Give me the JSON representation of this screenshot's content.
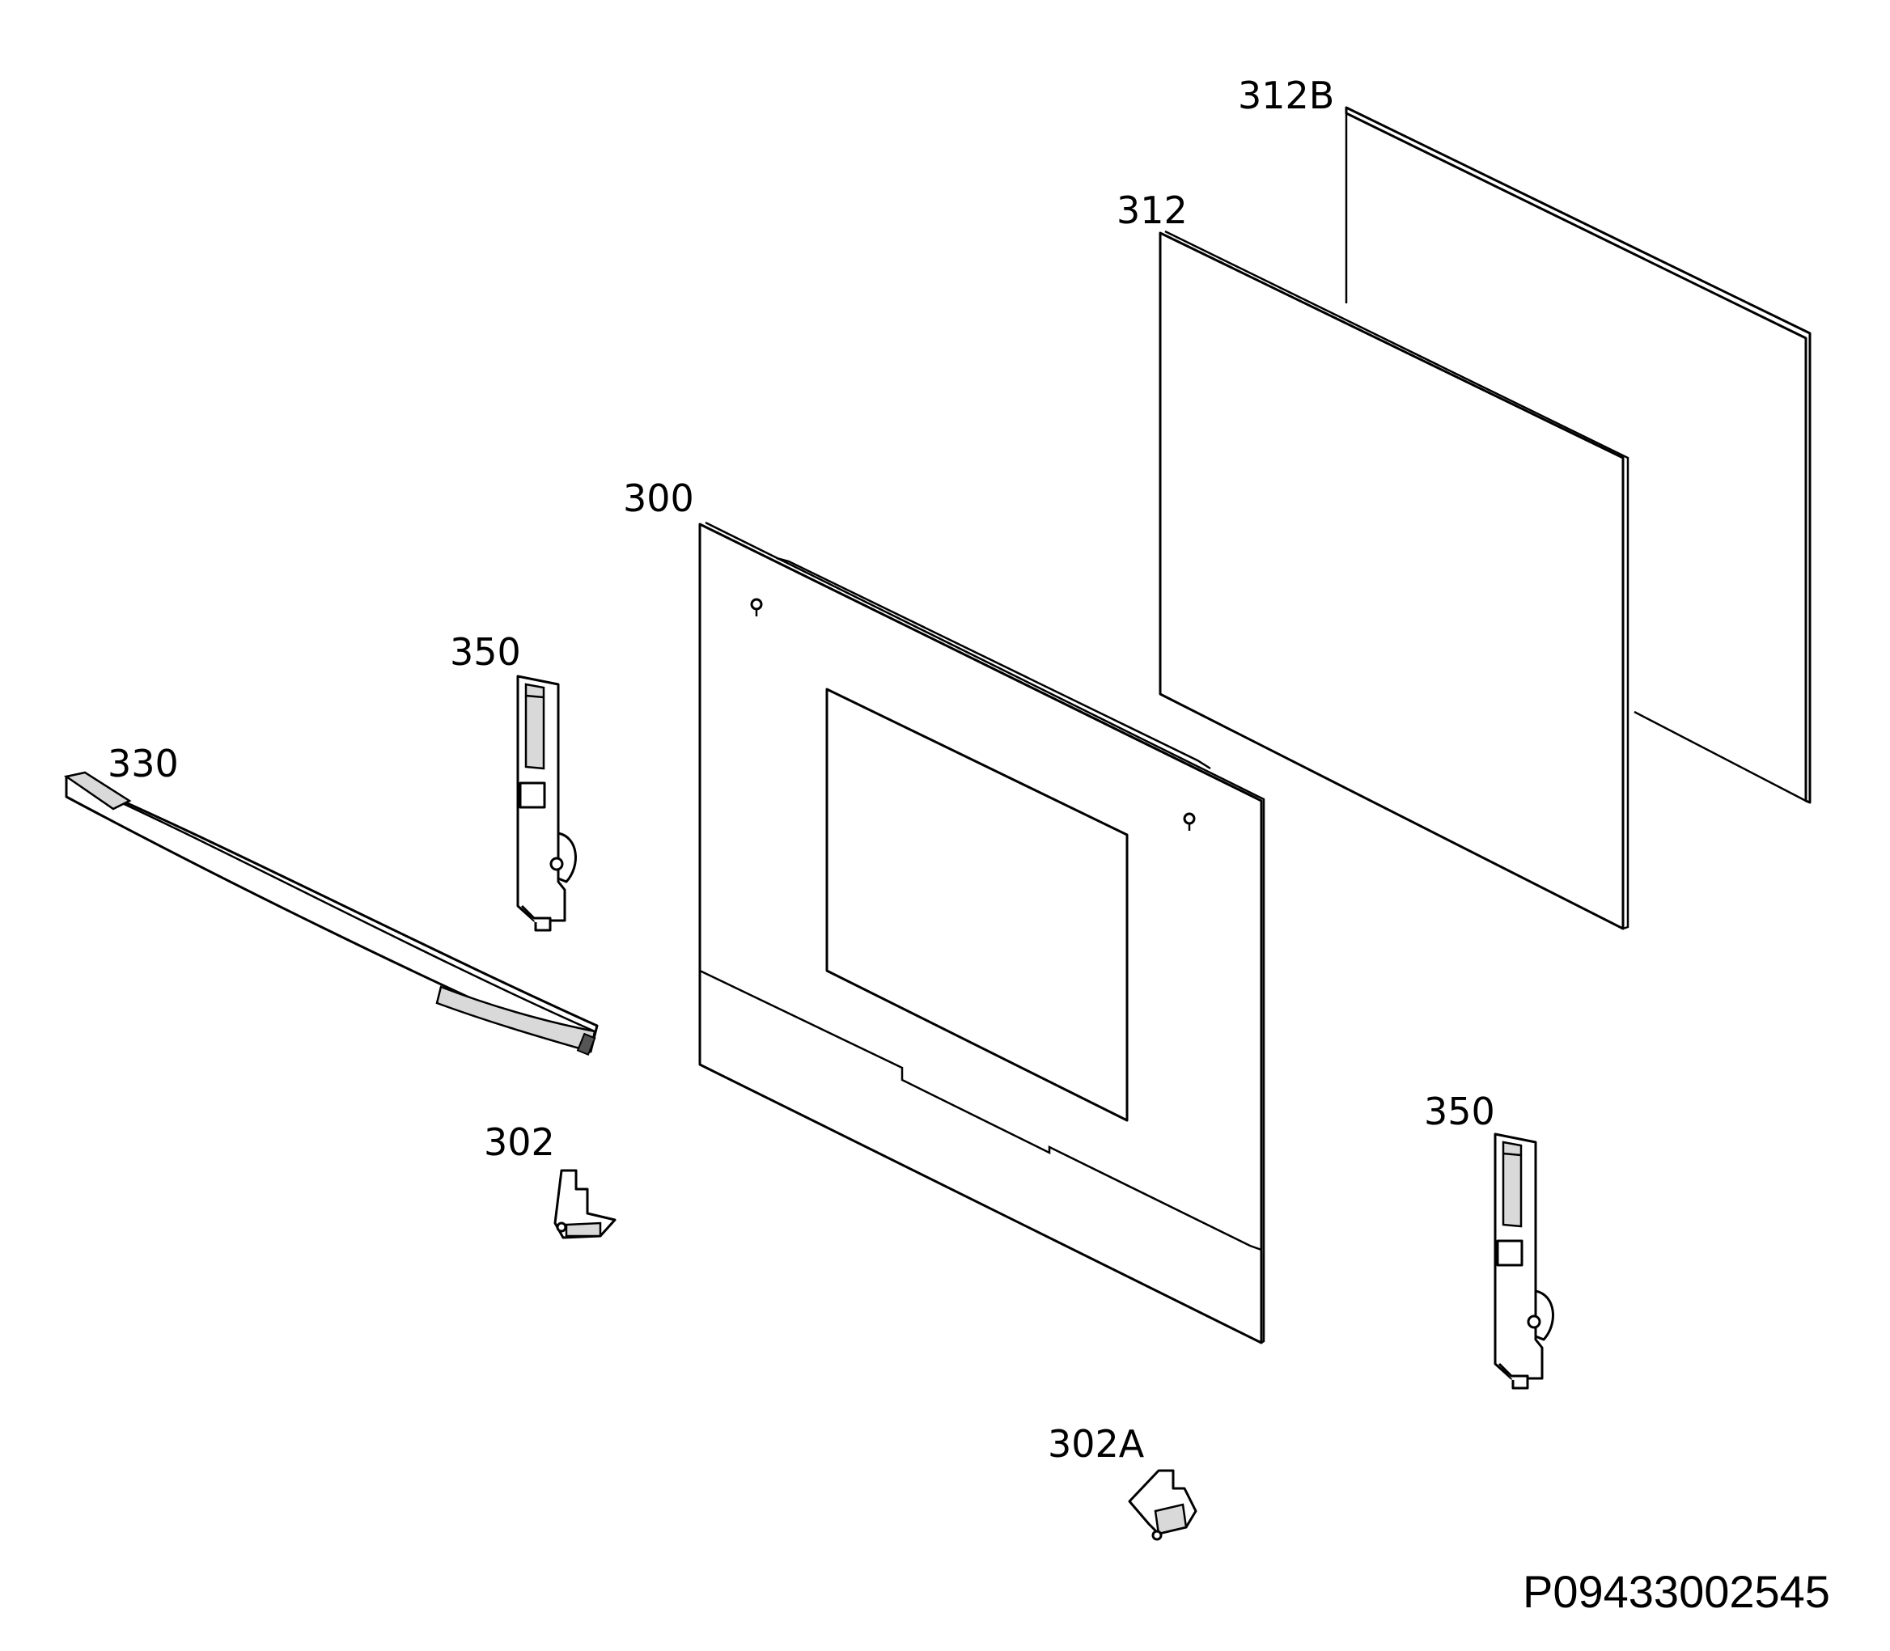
{
  "diagram": {
    "callouts": {
      "glass_312b": "312B",
      "glass_312": "312",
      "door_300": "300",
      "hinge_350_left": "350",
      "handle_330": "330",
      "bracket_302": "302",
      "hinge_350_right": "350",
      "bracket_302a": "302A"
    },
    "document_number": "P09433002545"
  },
  "colors": {
    "line": "#000000",
    "background": "#ffffff",
    "shade": "#d9d9d9"
  }
}
